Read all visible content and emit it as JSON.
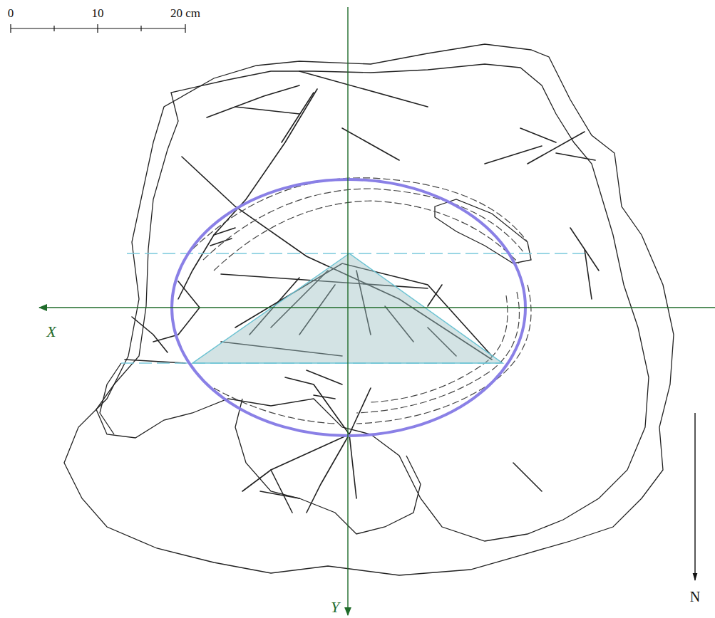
{
  "diagram": {
    "labels": [
      "0",
      "10",
      "20 cm",
      "X",
      "Y",
      "N"
    ]
  }
}
